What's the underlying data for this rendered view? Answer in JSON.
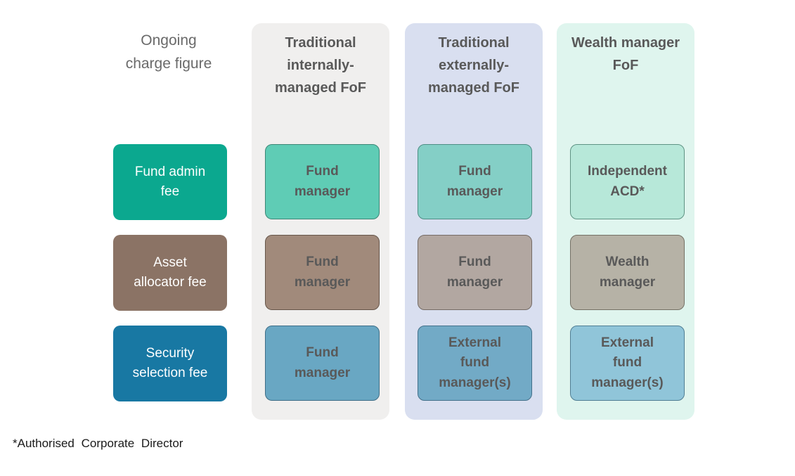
{
  "corner_label": "Ongoing charge figure",
  "footnote": "*Authorised Corporate Director",
  "theme": {
    "header_text": "#595959",
    "cell_text": "#595959",
    "corner_text": "#6a6a6a",
    "footnote_text": "#1a1a1a",
    "background": "#ffffff"
  },
  "row_labels": [
    {
      "text": "Fund admin fee",
      "bg": "#0ba88f"
    },
    {
      "text": "Asset allocator fee",
      "bg": "#8b7365"
    },
    {
      "text": "Security selection fee",
      "bg": "#1878a3"
    }
  ],
  "columns": [
    {
      "header": "Traditional internally-managed FoF",
      "bg": "#f0efee",
      "cells": [
        {
          "text": "Fund manager",
          "bg": "#5fccb5",
          "border": "#3d8676"
        },
        {
          "text": "Fund manager",
          "bg": "#a18a7b",
          "border": "#66564a"
        },
        {
          "text": "Fund manager",
          "bg": "#69a7c3",
          "border": "#3f6e87"
        }
      ]
    },
    {
      "header": "Traditional externally-managed FoF",
      "bg": "#d9dff0",
      "cells": [
        {
          "text": "Fund manager",
          "bg": "#84cfc6",
          "border": "#4f8d85"
        },
        {
          "text": "Fund manager",
          "bg": "#b2a7a1",
          "border": "#756c66"
        },
        {
          "text": "External fund manager(s)",
          "bg": "#72aac6",
          "border": "#44718b"
        }
      ]
    },
    {
      "header": "Wealth manager FoF",
      "bg": "#dff5ee",
      "cells": [
        {
          "text": "Independent ACD*",
          "bg": "#b7e8d9",
          "border": "#5f9384"
        },
        {
          "text": "Wealth manager",
          "bg": "#b6b2a6",
          "border": "#757165"
        },
        {
          "text": "External fund manager(s)",
          "bg": "#90c5d9",
          "border": "#507e93"
        }
      ]
    }
  ]
}
